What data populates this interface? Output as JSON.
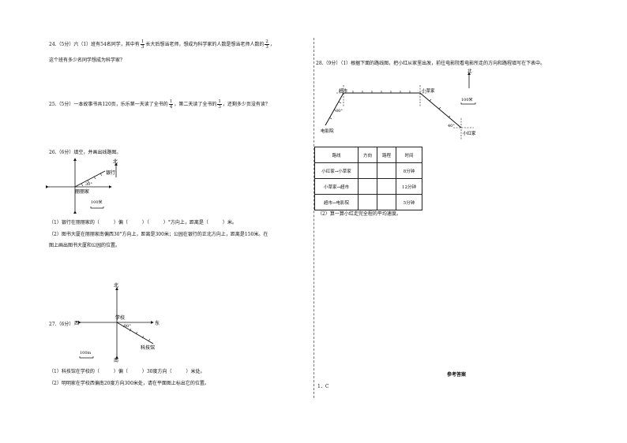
{
  "q24": {
    "pre": "24.（5分）六（1）班有54名同学，其中有",
    "f1_num": "1",
    "f1_den": "3",
    "mid": "长大后想当老师，想成为科学家的人数是想当老师人数的",
    "f2_num": "2",
    "f2_den": "3",
    "end": "，",
    "line2": "这个班有多少名同学想成为科学家？"
  },
  "q25": {
    "pre": "25.（5分）一本故事书共120页，乐乐第一天读了全书的",
    "f1_num": "1",
    "f1_den": "4",
    "mid": "，第二天读了全书的",
    "f2_num": "1",
    "f2_den": "3",
    "end": "，还剩多少页没有读？"
  },
  "q26": {
    "title": "26.（6分）填空，并画出线路图。",
    "label_north": "北",
    "label_bank": "银行",
    "label_angle": "30°",
    "label_home": "丽丽家",
    "label_scale": "100米",
    "line1": "（1）银行在丽丽家的（　　　）偏（　　　）（　　　）°方向上，距离是（　　　）米。",
    "line2": "（2）图书大厦在丽丽家南偏西30°方向上，距离是300米；公园在银行的正北方向上，距离是150米。在",
    "line3": "图上画出图书大厦和公园的位置。"
  },
  "q27": {
    "title": "27.（6分）",
    "label_north": "北",
    "label_west": "西",
    "label_east": "东",
    "label_south": "南",
    "label_school": "学校",
    "label_angle": "30°",
    "label_museum": "科技馆",
    "label_scale": "100m",
    "line1": "（1）科技馆在学校的（　　　）偏（　　　）30度方向（　　　）米处。",
    "line2": "（2）明明家在学校西偏南20度方向300米处，请在平面图上标出它的位置。"
  },
  "q28": {
    "title": "28.（9分）（1）根据下面的路线图，把小红从家里出发，前往电影院看电影所走的方向和路程填写在下表中。",
    "label_north": "北",
    "label_scale": "100米",
    "label_supermarket": "超市",
    "label_shop": "小草家",
    "label_home": "小红家",
    "label_cinema": "电影院",
    "label_angle_cinema": "30°",
    "label_angle_home": "40°",
    "table_headers": [
      "路线",
      "方向",
      "路程",
      "时间"
    ],
    "table_rows": [
      [
        "小红家→小草家",
        "",
        "",
        "8分钟"
      ],
      [
        "小草家→超市",
        "",
        "",
        "12分钟"
      ],
      [
        "超市→电影院",
        "",
        "",
        "5分钟"
      ]
    ],
    "line2": "（2）算一算小红走完全程的平均速度。"
  },
  "answers": {
    "title": "参考答案",
    "item1": "1．C"
  }
}
